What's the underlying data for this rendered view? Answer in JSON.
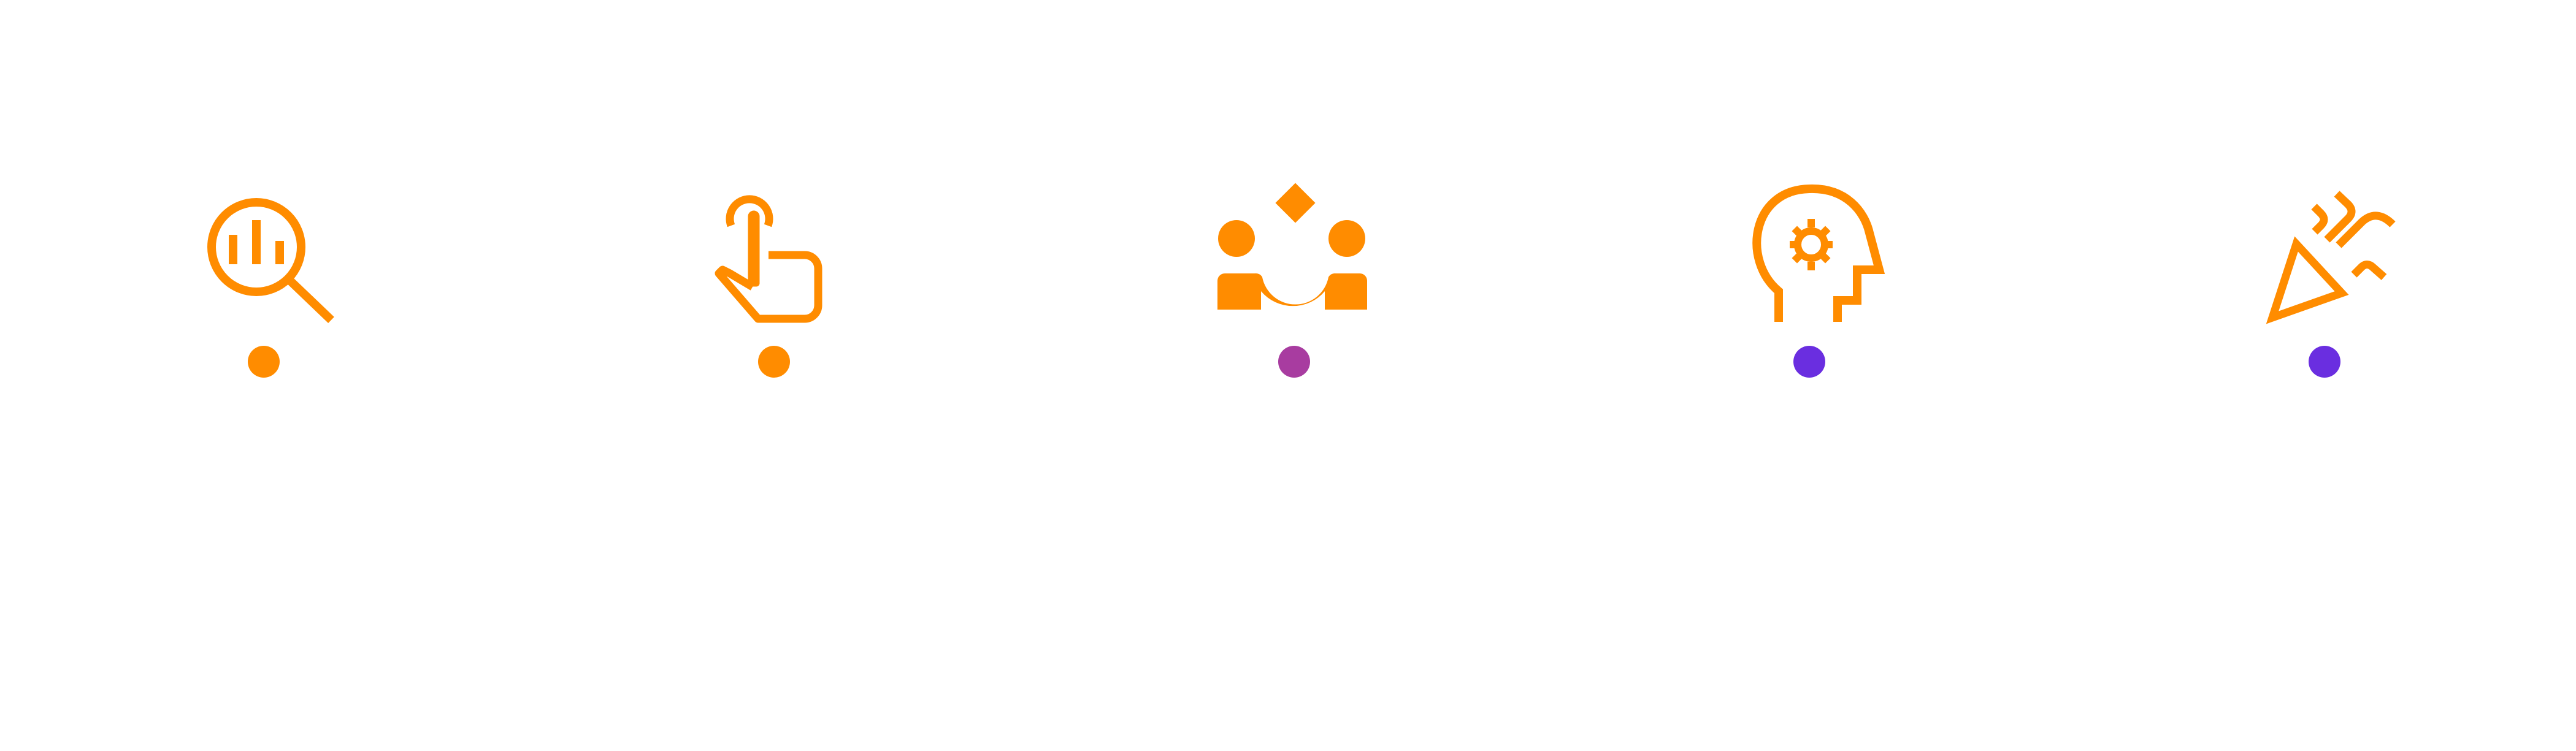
{
  "colors": {
    "background": "#ffffff",
    "icon": "#FF8C00",
    "gradient_start": "#FF8C00",
    "gradient_end": "#6A2EE0",
    "marker_colors": [
      "#FF8C00",
      "#FF8C00",
      "#A83CA0",
      "#6A2EE0",
      "#6A2EE0"
    ]
  },
  "steps": [
    {
      "icon": "magnifier-bar-chart-icon",
      "marker": "step-1-marker"
    },
    {
      "icon": "tap-hand-icon",
      "marker": "step-2-marker"
    },
    {
      "icon": "two-people-diamond-icon",
      "marker": "step-3-marker"
    },
    {
      "icon": "head-gear-icon",
      "marker": "step-4-marker"
    },
    {
      "icon": "party-popper-icon",
      "marker": "step-5-marker"
    }
  ]
}
